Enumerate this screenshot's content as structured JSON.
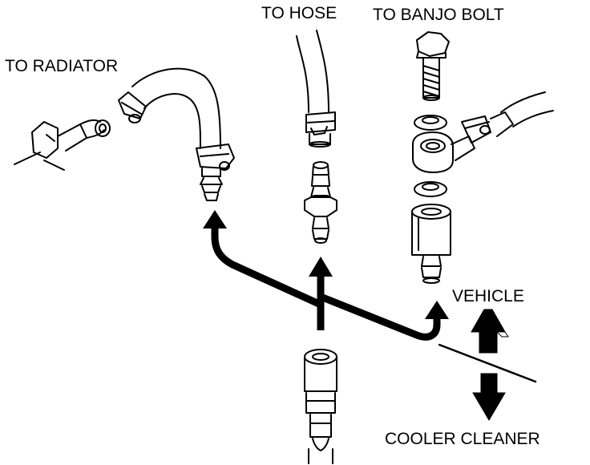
{
  "labels": {
    "to_radiator": "TO RADIATOR",
    "to_hose": "TO HOSE",
    "to_banjo_bolt": "TO BANJO BOLT",
    "vehicle": "VEHICLE",
    "cooler_cleaner": "COOLER CLEANER"
  },
  "colors": {
    "line": "#000000",
    "background": "#ffffff"
  }
}
